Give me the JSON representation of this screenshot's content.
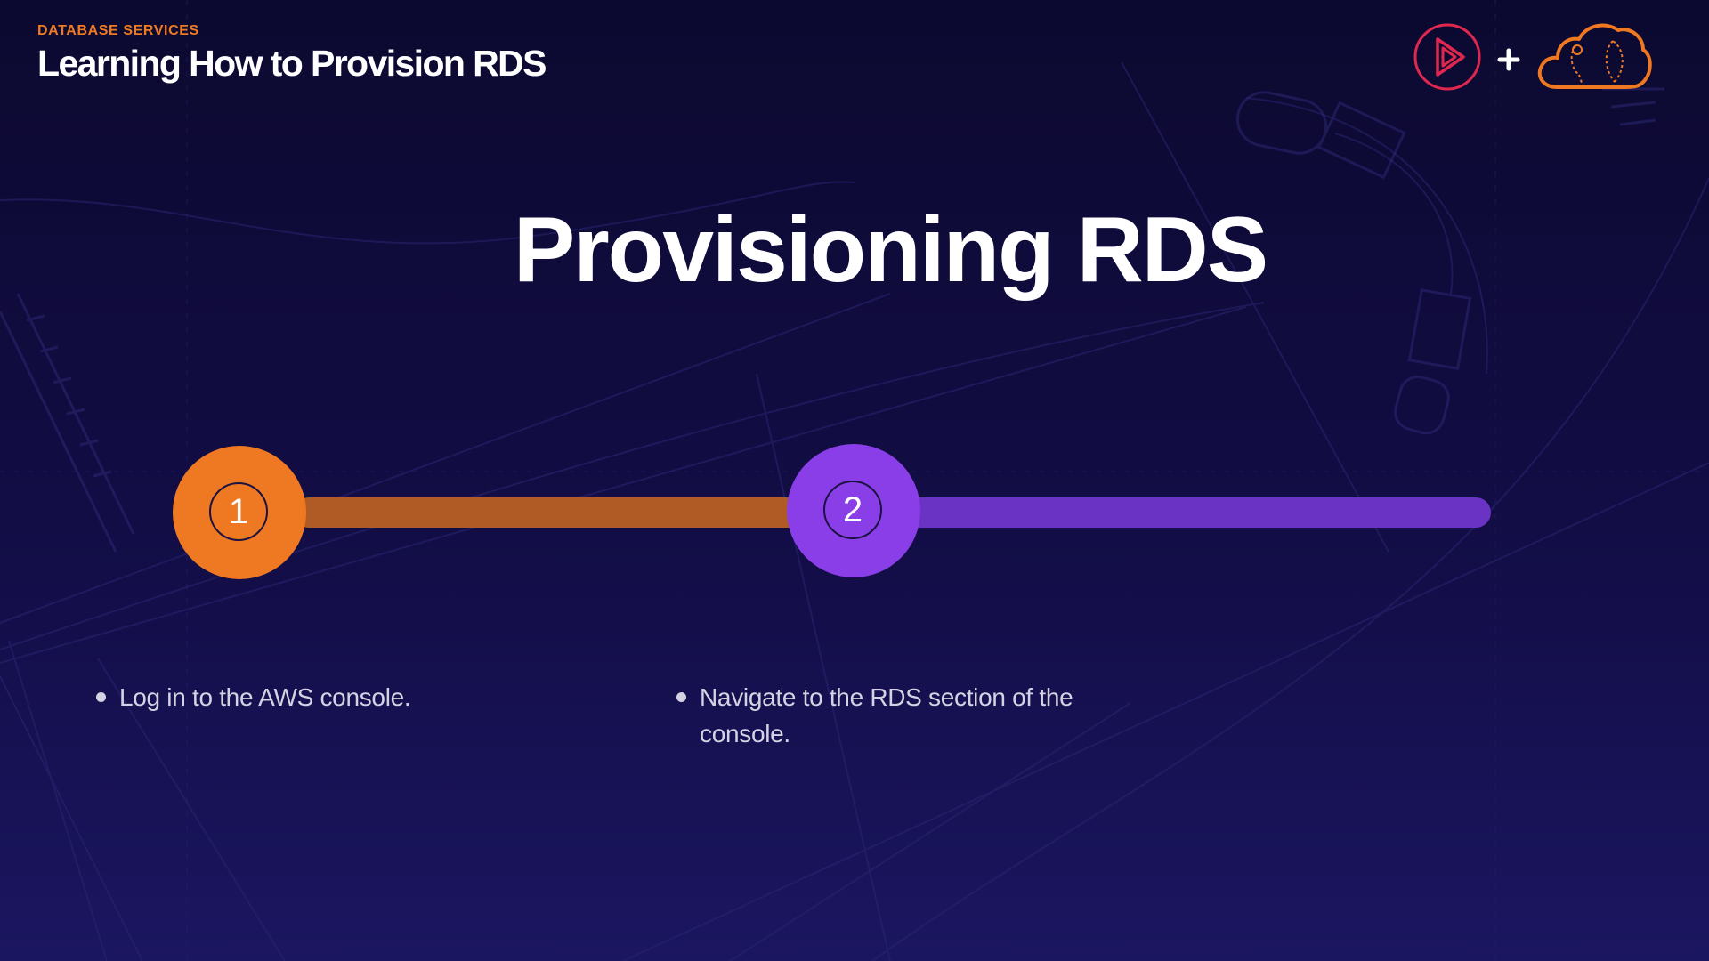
{
  "header": {
    "kicker": "DATABASE SERVICES",
    "title": "Learning How to Provision RDS"
  },
  "brand": {
    "play_icon": "play-icon",
    "plus_icon": "plus-icon",
    "cloud_icon": "cloud-icon",
    "play_color": "#e0284f",
    "cloud_color": "#ef7822"
  },
  "main": {
    "title": "Provisioning RDS"
  },
  "steps": [
    {
      "number": "1",
      "color": "#ef7822",
      "bullet": "Log in to the AWS console."
    },
    {
      "number": "2",
      "color": "#8a3ee8",
      "bullet": "Navigate to the RDS section of the console."
    }
  ],
  "colors": {
    "background": "#0d0a33",
    "accent_orange": "#ef7822",
    "accent_purple": "#8a3ee8"
  }
}
